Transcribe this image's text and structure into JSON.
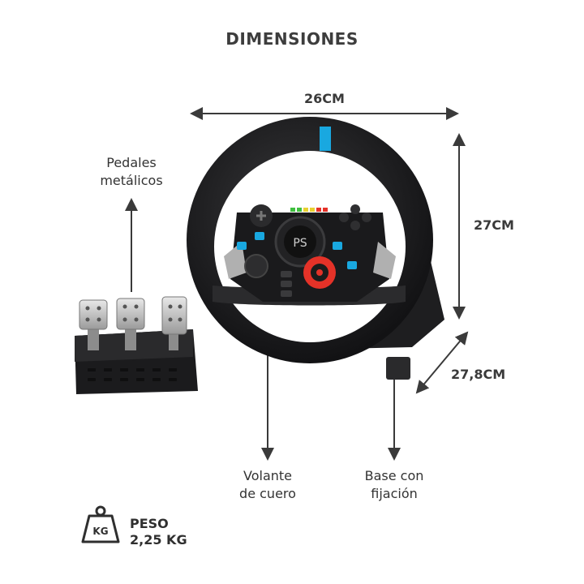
{
  "title": "DIMENSIONES",
  "dimensions": {
    "width": "26CM",
    "height": "27CM",
    "depth": "27,8CM"
  },
  "labels": {
    "pedals_line1": "Pedales",
    "pedals_line2": "metálicos",
    "wheel_line1": "Volante",
    "wheel_line2": "de cuero",
    "base_line1": "Base con",
    "base_line2": "fijación"
  },
  "weight": {
    "icon_label": "KG",
    "label": "PESO",
    "value": "2,25 KG"
  },
  "icons": {
    "weight": "weight-kg-icon"
  },
  "colors": {
    "text": "#333333",
    "wheel_body": "#1c1c1e",
    "accent_blue": "#19a8e0",
    "accent_red": "#e53228"
  }
}
